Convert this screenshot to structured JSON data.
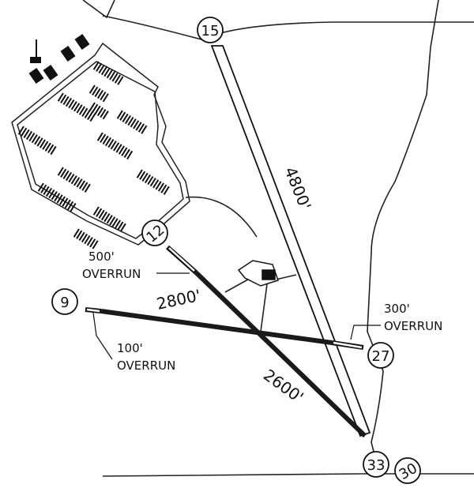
{
  "runways": [
    {
      "id": "rwy-15-33",
      "ends": [
        "15",
        "33"
      ],
      "length_label": "4800'"
    },
    {
      "id": "rwy-12-30",
      "ends": [
        "12",
        "30"
      ],
      "length_label": "2600'",
      "overrun_label": "500'\nOVERRUN"
    },
    {
      "id": "rwy-9-27",
      "ends": [
        "9",
        "27"
      ],
      "length_label": "2800'"
    }
  ],
  "end_markers": {
    "r15": "15",
    "r12": "12",
    "r9": "9",
    "r27": "27",
    "r33": "33",
    "r30": "30"
  },
  "lengths": {
    "rwy_15_33": "4800'",
    "rwy_9_27": "2800'",
    "rwy_12_30": "2600'"
  },
  "overruns": {
    "o500_value": "500'",
    "o500_word": "OVERRUN",
    "o100_value": "100'",
    "o100_word": "OVERRUN",
    "o300_value": "300'",
    "o300_word": "OVERRUN"
  },
  "colors": {
    "ink": "#111111",
    "runway_fill": "#1a1a1a",
    "paper": "#ffffff"
  }
}
